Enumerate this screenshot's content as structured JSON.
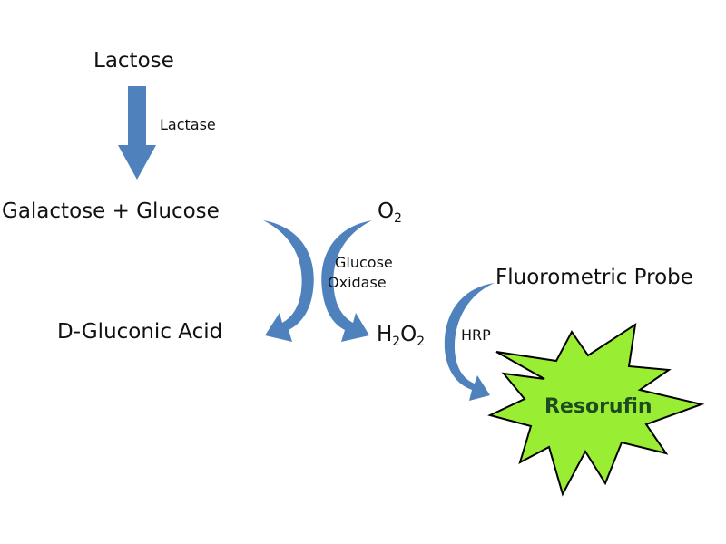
{
  "nodes": {
    "lactose": "Lactose",
    "galactose_glucose": "Galactose + Glucose",
    "o2": {
      "base": "O",
      "sub": "2"
    },
    "d_gluconic_acid": "D-Gluconic Acid",
    "h2o2": {
      "p1": "H",
      "s1": "2",
      "p2": "O",
      "s2": "2"
    },
    "fluorometric_probe": "Fluorometric Probe",
    "resorufin": "Resorufin"
  },
  "enzymes": {
    "lactase": "Lactase",
    "glucose_oxidase_line1": "Glucose",
    "glucose_oxidase_line2": "Oxidase",
    "hrp": "HRP"
  },
  "colors": {
    "arrow": "#4f81bd",
    "star_fill": "#99ee33",
    "star_outline": "#000000",
    "resorufin_text": "#1f4a1f"
  }
}
